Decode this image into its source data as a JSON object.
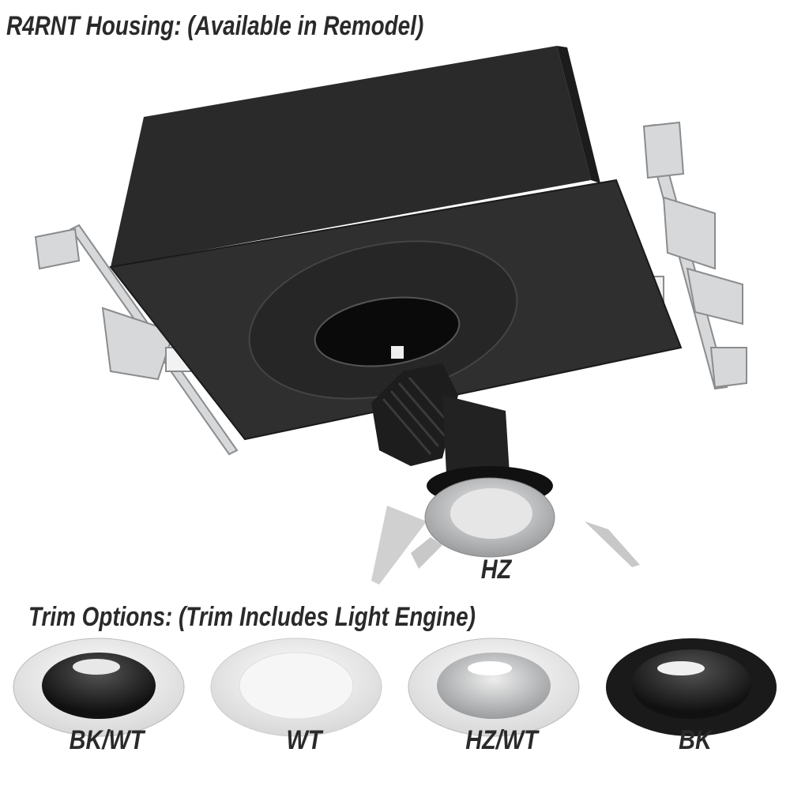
{
  "housing": {
    "title": "R4RNT Housing: (Available in Remodel)",
    "shown_trim_label": "HZ"
  },
  "trims": {
    "title": "Trim Options: (Trim Includes Light Engine)",
    "items": [
      {
        "label": "BK/WT",
        "outer": "#f4f4f4",
        "inner": "#1e1e1e"
      },
      {
        "label": "WT",
        "outer": "#f4f4f4",
        "inner": "#f0f0f0"
      },
      {
        "label": "HZ/WT",
        "outer": "#f4f4f4",
        "inner": "#c4c6c8"
      },
      {
        "label": "BK",
        "outer": "#1a1a1a",
        "inner": "#111111"
      }
    ]
  }
}
